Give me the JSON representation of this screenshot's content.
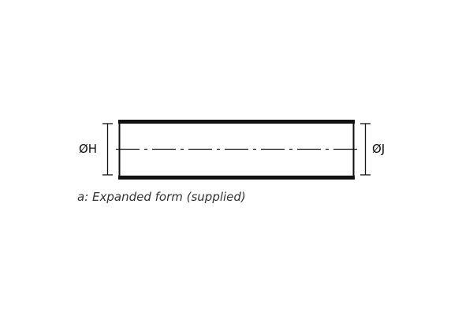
{
  "diagram": {
    "type": "technical-drawing",
    "subject": "tube",
    "labels": {
      "left_dimension": "ØH",
      "right_dimension": "ØJ"
    },
    "caption": "a: Expanded form (supplied)",
    "colors": {
      "stroke": "#111111",
      "caption_text": "#333333",
      "background": "#ffffff"
    }
  }
}
